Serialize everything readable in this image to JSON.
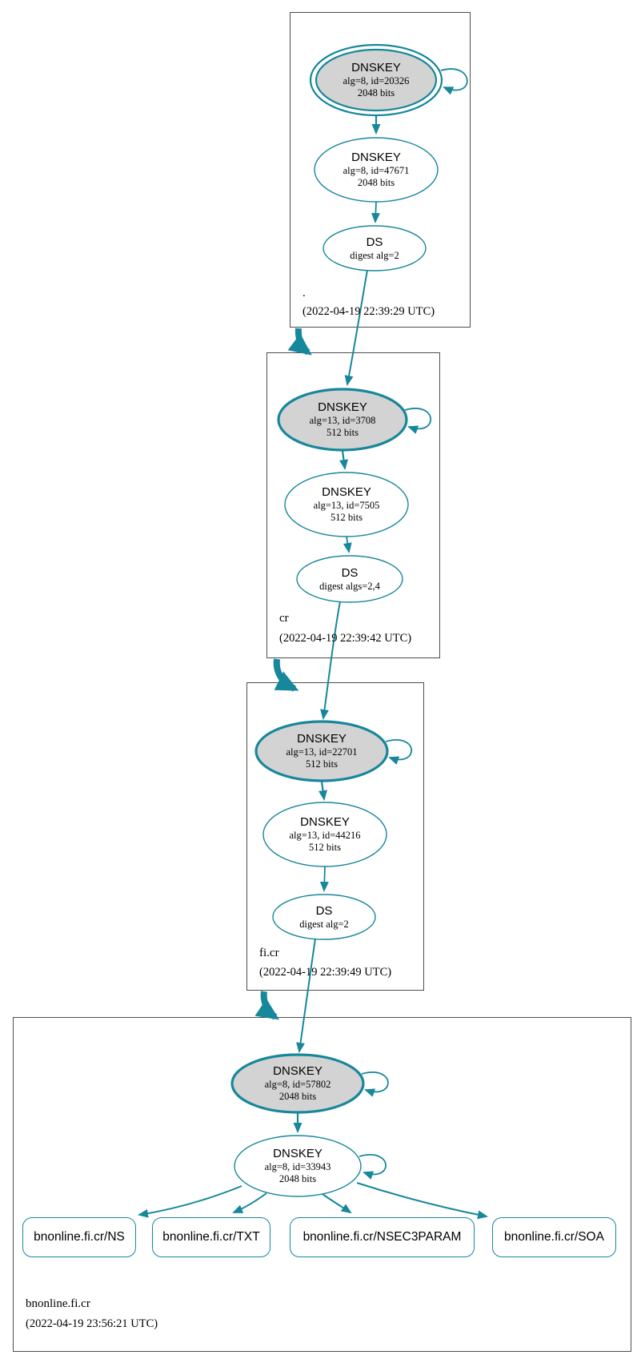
{
  "diagram_type": "dnssec-authentication-chain",
  "colors": {
    "edge_accent": "#17879b",
    "ksk_fill": "#d3d3d3",
    "node_fill": "#ffffff",
    "zone_box_border": "#4d4d4d",
    "text": "#000000"
  },
  "zones": [
    {
      "name": ".",
      "timestamp": "(2022-04-19 22:39:29 UTC)",
      "ksk": {
        "title": "DNSKEY",
        "alg": "alg=8, id=20326",
        "bits": "2048 bits",
        "trust_anchor": true
      },
      "zsk": {
        "title": "DNSKEY",
        "alg": "alg=8, id=47671",
        "bits": "2048 bits"
      },
      "ds": {
        "title": "DS",
        "digest": "digest alg=2"
      }
    },
    {
      "name": "cr",
      "timestamp": "(2022-04-19 22:39:42 UTC)",
      "ksk": {
        "title": "DNSKEY",
        "alg": "alg=13, id=3708",
        "bits": "512 bits"
      },
      "zsk": {
        "title": "DNSKEY",
        "alg": "alg=13, id=7505",
        "bits": "512 bits"
      },
      "ds": {
        "title": "DS",
        "digest": "digest algs=2,4"
      }
    },
    {
      "name": "fi.cr",
      "timestamp": "(2022-04-19 22:39:49 UTC)",
      "ksk": {
        "title": "DNSKEY",
        "alg": "alg=13, id=22701",
        "bits": "512 bits"
      },
      "zsk": {
        "title": "DNSKEY",
        "alg": "alg=13, id=44216",
        "bits": "512 bits"
      },
      "ds": {
        "title": "DS",
        "digest": "digest alg=2"
      }
    },
    {
      "name": "bnonline.fi.cr",
      "timestamp": "(2022-04-19 23:56:21 UTC)",
      "ksk": {
        "title": "DNSKEY",
        "alg": "alg=8, id=57802",
        "bits": "2048 bits"
      },
      "zsk": {
        "title": "DNSKEY",
        "alg": "alg=8, id=33943",
        "bits": "2048 bits"
      },
      "rrsets": [
        {
          "label": "bnonline.fi.cr/NS"
        },
        {
          "label": "bnonline.fi.cr/TXT"
        },
        {
          "label": "bnonline.fi.cr/NSEC3PARAM"
        },
        {
          "label": "bnonline.fi.cr/SOA"
        }
      ]
    }
  ]
}
